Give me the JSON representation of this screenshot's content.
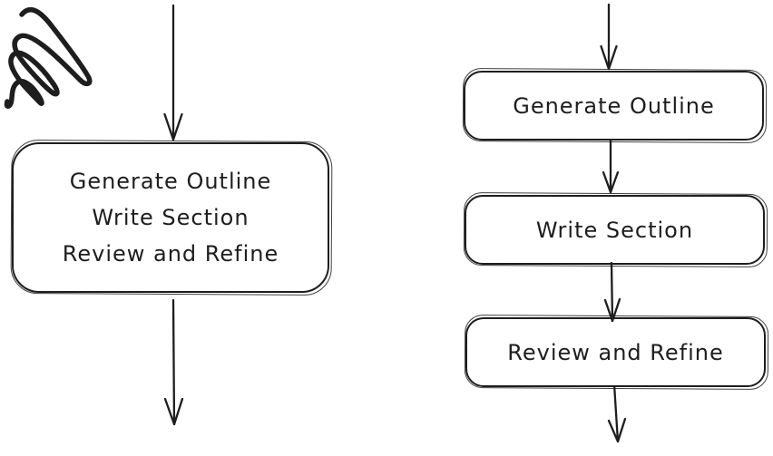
{
  "diagram": {
    "background": "#ffffff",
    "ink_color": "#1e1e1e",
    "left_flow": {
      "node": {
        "lines": [
          "Generate Outline",
          "Write Section",
          "Review and Refine"
        ]
      },
      "icons": {
        "incoming": "arrow-down",
        "outgoing": "arrow-down",
        "annotation": "scribble"
      }
    },
    "right_flow": {
      "steps": [
        {
          "label": "Generate Outline"
        },
        {
          "label": "Write Section"
        },
        {
          "label": "Review and Refine"
        }
      ],
      "icons": {
        "connectors": "arrow-down"
      }
    }
  }
}
